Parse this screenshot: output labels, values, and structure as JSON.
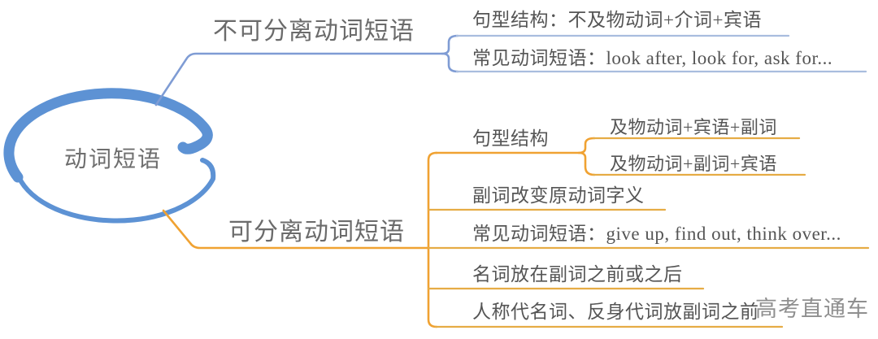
{
  "central": {
    "label": "动词短语"
  },
  "branches": [
    {
      "label": "不可分离动词短语",
      "children": [
        {
          "label": "句型结构：不及物动词+介词+宾语"
        },
        {
          "label": "常见动词短语：look after, look for, ask for..."
        }
      ]
    },
    {
      "label": "可分离动词短语",
      "children": [
        {
          "label": "句型结构",
          "children": [
            {
              "label": "及物动词+宾语+副词"
            },
            {
              "label": "及物动词+副词+宾语"
            }
          ]
        },
        {
          "label": "副词改变原动词字义"
        },
        {
          "label": "常见动词短语：give up, find out, think over..."
        },
        {
          "label": "名词放在副词之前或之后"
        },
        {
          "label": "人称代名词、反身代词放副词之前"
        }
      ]
    }
  ],
  "watermark": {
    "label": "高考直通车"
  },
  "colors": {
    "branch1_line": "#7f9cd4",
    "branch1_underline": "#a9bdde",
    "branch2_line": "#f0a232",
    "branch2_underline": "#e6ac45",
    "central_shape": "#5d92d4",
    "node_text": "#555555",
    "branch_label_text": "#6b6b6b",
    "watermark_text": "#8f8f8f"
  }
}
